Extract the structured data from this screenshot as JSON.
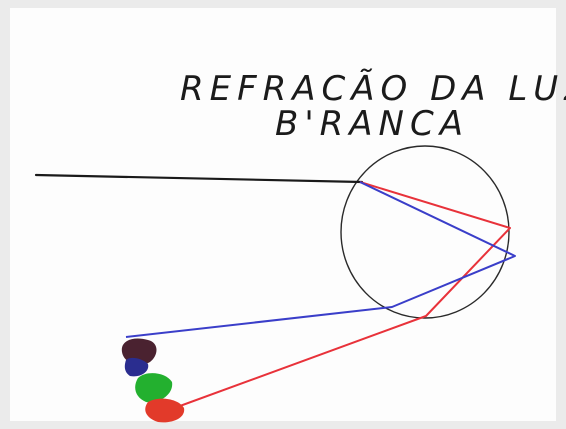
{
  "title": {
    "line1": "REFRACÃO DA LUZ",
    "line2": "B'RANCA"
  },
  "colors": {
    "paper": "#fdfdfd",
    "ink": "#1b1b1b",
    "red_ray": "#e8323a",
    "blue_ray": "#3a3ec9",
    "purple": "#4a2230",
    "navy": "#2a2d8f",
    "green": "#23b02f",
    "red": "#e23a2a"
  },
  "icons": [
    "raindrop-circle",
    "incident-white-ray",
    "refracted-red-ray",
    "refracted-blue-ray",
    "color-swatches"
  ]
}
